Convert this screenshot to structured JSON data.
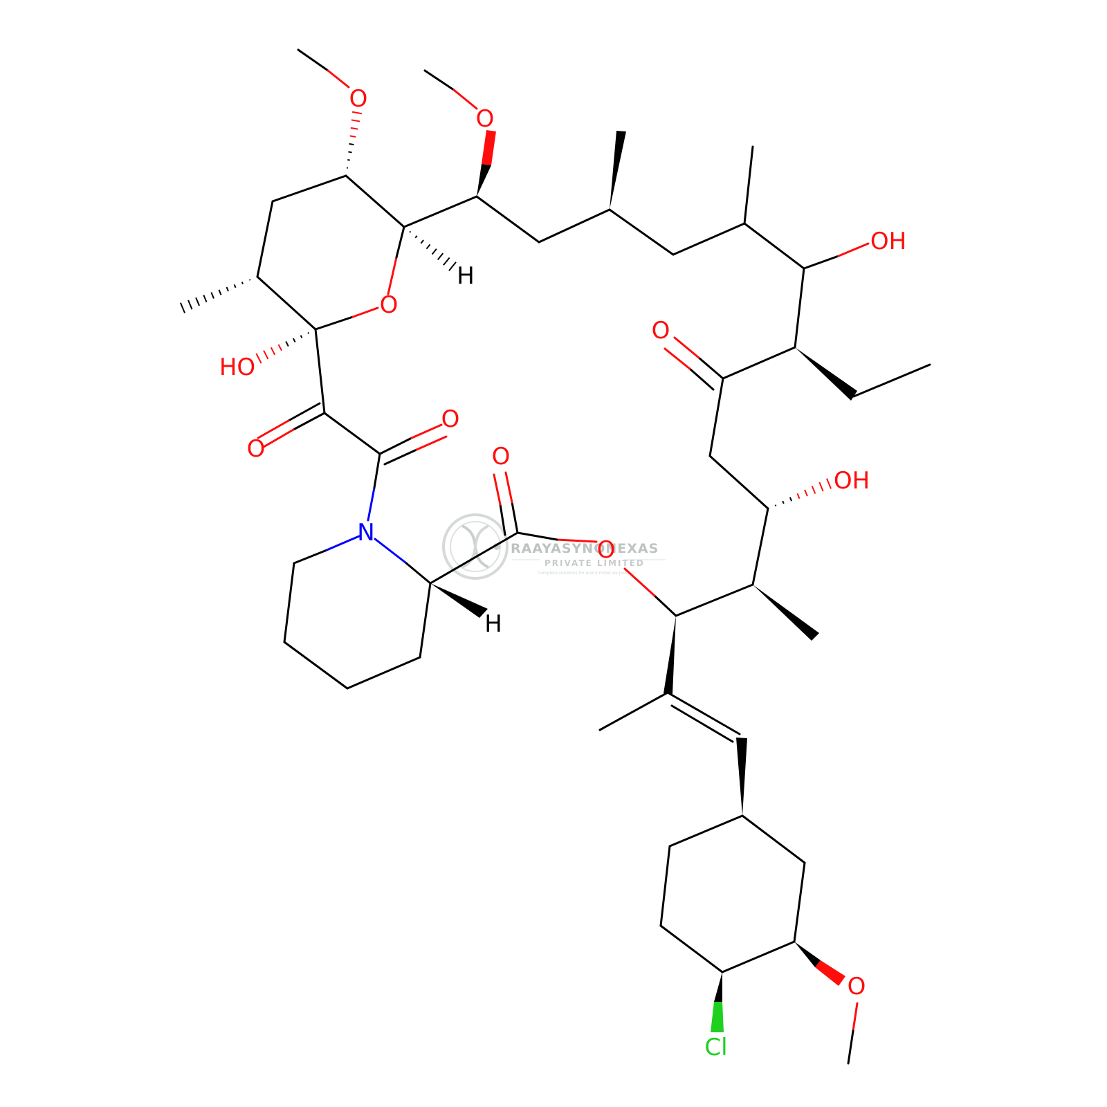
{
  "colors": {
    "bond": "#000000",
    "oxygen": "#ff0d0d",
    "nitrogen": "#0000ff",
    "chlorine": "#1fd01f",
    "watermark": "#b9c0be"
  },
  "watermark": {
    "icon": "dna-logo-icon",
    "title": "RAAYASYNONEXAS",
    "subtitle": "PRIVATE LIMITED",
    "tagline": "Complete solutions for every molecule journey"
  },
  "atom_labels": {
    "o_methoxy_top_left": "O",
    "o_methoxy_top_mid": "O",
    "o_ring_ether": "O",
    "h_ring_top": "H",
    "oh_ring_left": "HO",
    "o_keto_left": "O",
    "o_keto_amide": "O",
    "n_amide": "N",
    "h_pipecolate": "H",
    "o_ester_carbonyl": "O",
    "o_ester": "O",
    "oh_upper_right": "OH",
    "o_keto_right": "O",
    "oh_mid_right": "OH",
    "o_methoxy_bottom": "O",
    "cl_bottom": "Cl"
  }
}
